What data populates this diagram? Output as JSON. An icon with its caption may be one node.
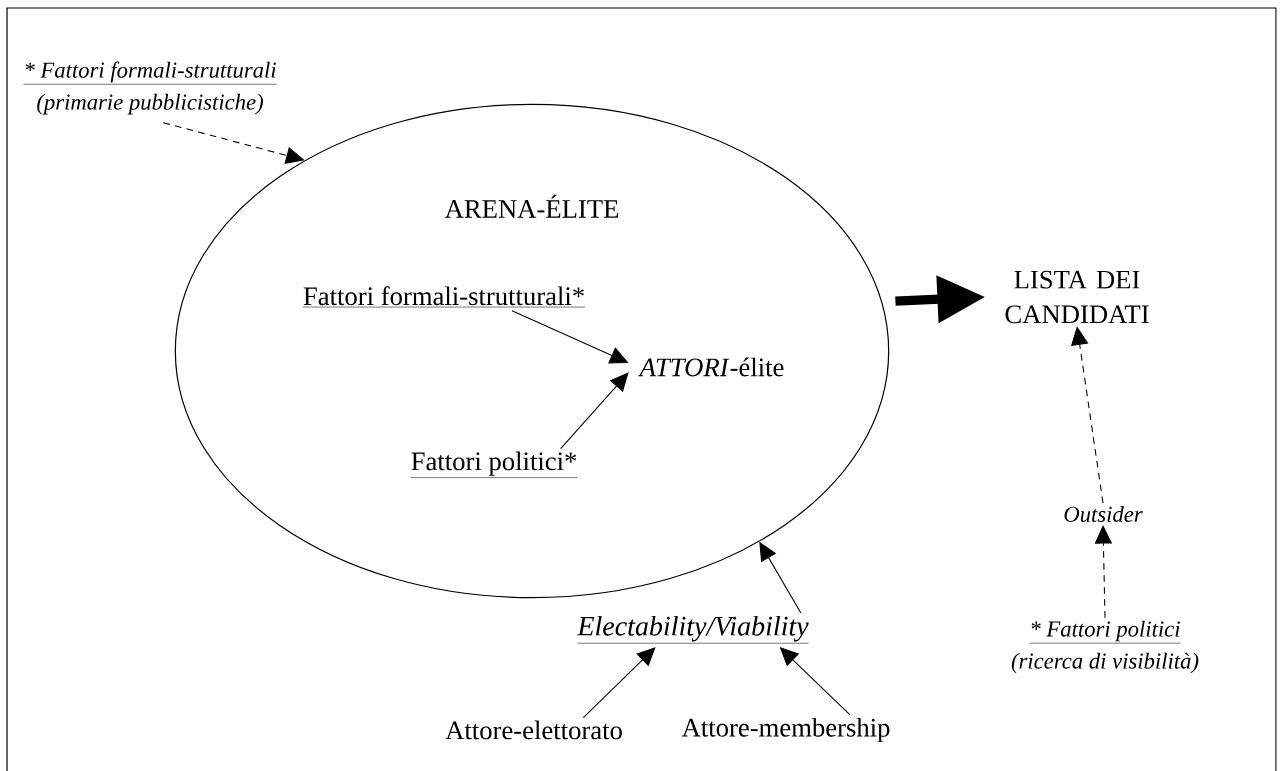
{
  "diagram": {
    "nodes": [
      {
        "text": [
          "ARENA-ÉLITE"
        ]
      },
      {
        "text": [
          "Fattori formali-strutturali*"
        ],
        "in": 0
      },
      {
        "text": [
          "*ATTORI*-élite"
        ],
        "in": 0
      },
      {
        "text": [
          "Fattori politici*"
        ],
        "in": 0
      },
      {
        "text": [
          "* Fattori formali-strutturali",
          "(primarie pubblicistiche)"
        ]
      },
      {
        "text": [
          "LISTA DEI CANDIDATI"
        ]
      },
      {
        "text": [
          "Outsider"
        ]
      },
      {
        "text": [
          "* Fattori politici",
          "(ricerca di visibilità)"
        ]
      },
      {
        "text": [
          "Electability/Viability"
        ]
      },
      {
        "text": [
          "Attore-elettorato"
        ]
      },
      {
        "text": [
          "Attore-membership"
        ]
      }
    ],
    "edges": [
      {
        "from": 4,
        "to": 0,
        "arrow": "to",
        "style": "dashed"
      },
      {
        "from": 1,
        "to": 2,
        "arrow": "to"
      },
      {
        "from": 3,
        "to": 2,
        "arrow": "to"
      },
      {
        "from": 0,
        "to": 5,
        "arrow": "to",
        "style": "thick"
      },
      {
        "from": 6,
        "to": 5,
        "arrow": "to",
        "style": "dashed"
      },
      {
        "from": 7,
        "to": 6,
        "arrow": "to",
        "style": "dashed"
      },
      {
        "from": 8,
        "to": 0,
        "arrow": "to"
      },
      {
        "from": 9,
        "to": 8,
        "arrow": "to"
      },
      {
        "from": 10,
        "to": 8,
        "arrow": "to"
      }
    ]
  }
}
